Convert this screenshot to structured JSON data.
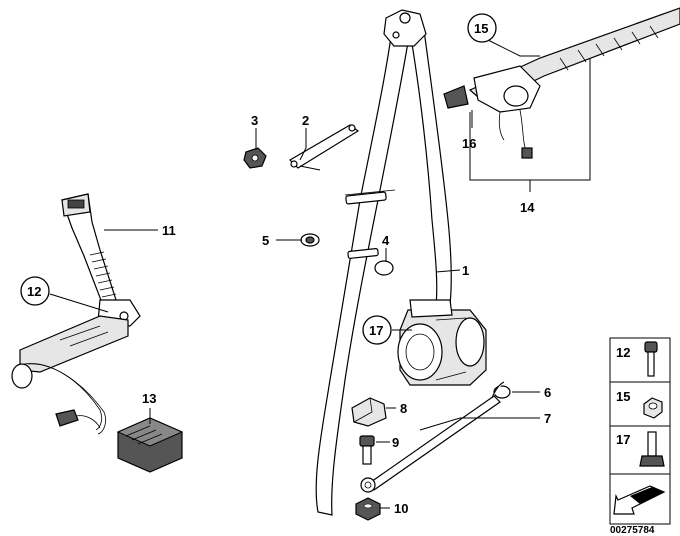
{
  "callouts": {
    "c1": "1",
    "c2": "2",
    "c3": "3",
    "c4": "4",
    "c5": "5",
    "c6": "6",
    "c7": "7",
    "c8": "8",
    "c9": "9",
    "c10": "10",
    "c11": "11",
    "c12": "12",
    "c13": "13",
    "c14": "14",
    "c15": "15",
    "c16": "16",
    "c17": "17"
  },
  "legend": {
    "row1": "12",
    "row2": "15",
    "row3": "17"
  },
  "diagram_number": "00275784"
}
